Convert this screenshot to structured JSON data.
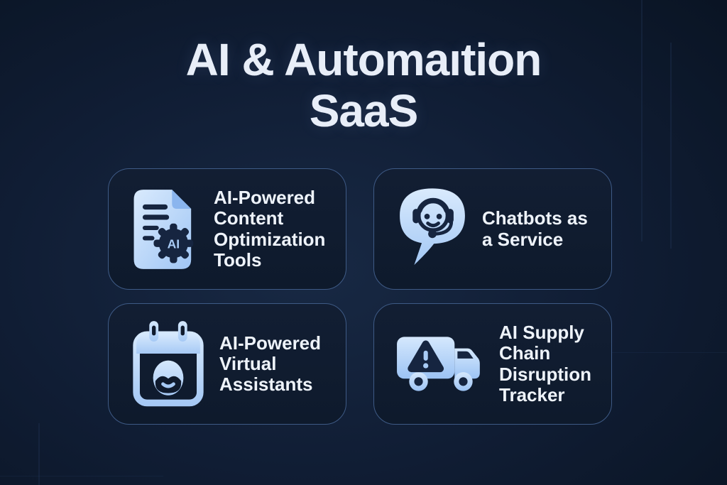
{
  "page": {
    "title": "AI & Automaıtion\nSaaS"
  },
  "cards": [
    {
      "label": "AI-Powered\nContent\nOptimization\nTools",
      "icon": "ai-document-gear-icon"
    },
    {
      "label": "Chatbots as\na Service",
      "icon": "chatbot-headset-icon"
    },
    {
      "label": "AI-Powered\nVirtual\nAssistants",
      "icon": "calendar-assistant-icon"
    },
    {
      "label": "AI Supply\nChain\nDisruption\nTracker",
      "icon": "truck-warning-icon"
    }
  ],
  "gear_badge_text": "AI",
  "colors": {
    "background": "#101d34",
    "card_background": "#0f1a2d",
    "card_border": "#3e5a85",
    "icon_light": "#bcd7f7",
    "icon_dark": "#162540",
    "text": "#eef3fa",
    "title_text": "#e8eef8"
  }
}
